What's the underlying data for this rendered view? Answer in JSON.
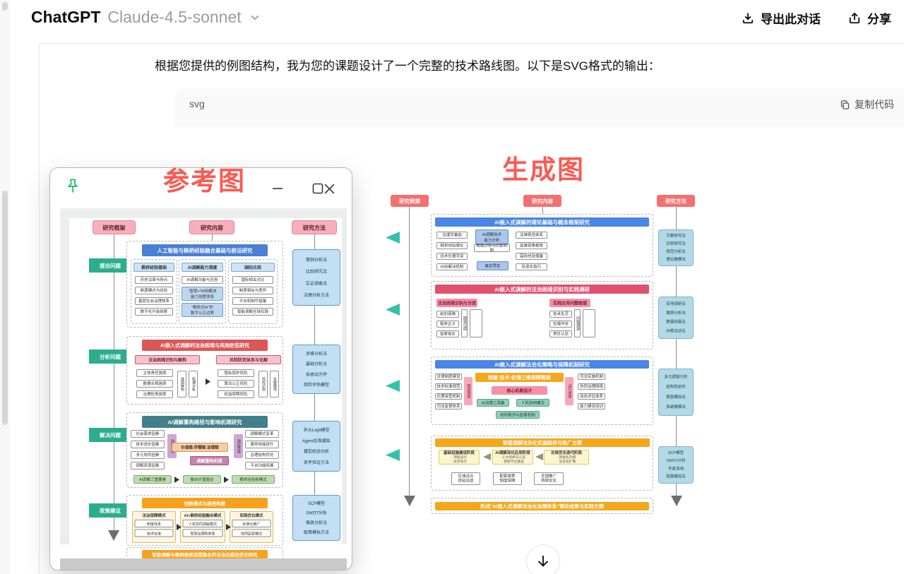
{
  "colors": {
    "annotation_red": "#fa5a52",
    "pink_header": "#f4706f",
    "blue_header": "#4a86e8",
    "rose_header": "#e0516f",
    "orange_header": "#f5a71b",
    "teal_arrow": "#35c1a9",
    "method_blue_bg": "#b3d9e6",
    "ref_stage_green": "#2bad8e",
    "ref_blue": "#4a7fd6",
    "ref_red": "#dd5656",
    "ref_teal": "#41808a",
    "ref_orange": "#f6a21d"
  },
  "header": {
    "app_title": "ChatGPT",
    "model_name": "Claude-4.5-sonnet",
    "export_label": "导出此对话",
    "share_label": "分享"
  },
  "message": {
    "text": "根据您提供的例图结构，我为您的课题设计了一个完整的技术路线图。以下是SVG格式的输出："
  },
  "code_block": {
    "language": "svg",
    "copy_label": "复制代码"
  },
  "annotations": {
    "reference": "参考图",
    "generated": "生成图"
  },
  "gen": {
    "columns": [
      "研究框架",
      "研究内容",
      "研究方法"
    ],
    "s1": {
      "title": "AI嵌入式调解的理论基础与概念框架研究",
      "colA": [
        "法理学基础",
        "枫桥经验理论",
        "技术伦理学说",
        "纠纷解决机制"
      ],
      "colB1": "AI调解技术\n能力分析",
      "colB2": "智能识别与匹配机制",
      "colB3": "概念界定",
      "colC": [
        "法律规范体系",
        "监管政策框架",
        "国际经验借鉴",
        "标准化指引"
      ]
    },
    "s2": {
      "title": "AI嵌入式调解的法治困境识别与实践调研",
      "g1": {
        "header": "法治困境识别与分类",
        "items": [
          "权利保障",
          "程序正义",
          "监管盲区"
        ],
        "vert": "困境归因"
      },
      "g2": {
        "header": "实践应用问题梳理",
        "items": [
          "技术失灵",
          "伦理冲突",
          "责任认定"
        ],
        "vert": "问题溯源"
      }
    },
    "s3": {
      "title": "AI嵌入式调解法治化策略与保障机制研究",
      "left": [
        "法律制度建设",
        "技术标准规范",
        "伦理审查机制",
        "司法监督体系"
      ],
      "right": [
        "司法实施机制",
        "协同治理网络",
        "动态评估体系",
        "能力建设培训"
      ],
      "vleft": "制度保障",
      "vright": "运行保障",
      "frame": "制度-技术-伦理三维保障框架",
      "core": "核心机制设计",
      "g1": "AI治理工具箱",
      "g2": "人机协同模式",
      "g3": "权利救济与监督机制"
    },
    "s4": {
      "title": "智能调解法治化实施路径与推广方案",
      "phases": [
        {
          "title": "基础设施建设阶段",
          "b1": "· 顶层设计",
          "b2": "· 试点先行"
        },
        {
          "title": "AI调解深化应用阶段",
          "b1": "· 人才培养与认证",
          "b2": "· 智能平台建设"
        },
        {
          "title": "长效优化迭代阶段",
          "b1": "· 智能化升级",
          "b2": "· 生态化扩散"
        }
      ],
      "outs": [
        "区域试点\n经验总结",
        "配套政策\n制度保障",
        "全国推广\n持续优化"
      ]
    },
    "footer": "形成“AI嵌入式调解法治化治理体系”理论成果与实践方案",
    "methods": [
      [
        "文献研究法",
        "比较研究法",
        "规范分析法",
        "理论建模法"
      ],
      [
        "实地调研法",
        "案例分析法",
        "数据挖掘法",
        "问卷访谈法"
      ],
      [
        "多元逻辑分析",
        "结构性研究",
        "情景模拟法",
        "系统建模法"
      ],
      [
        "SCP模型",
        "SWOT分析",
        "专家咨询",
        "政策模拟法"
      ]
    ]
  },
  "ref": {
    "columns": [
      "研究框架",
      "研究内容",
      "研究方法"
    ],
    "stages": [
      "提出问题",
      "分析问题",
      "解决问题",
      "政策建议"
    ],
    "s1": {
      "title": "人工智能与枫桥经验融合基础与前沿研究",
      "h1": "枫桥经验基础",
      "h2": "AI调解能力测度",
      "h3": "国际比较",
      "colA": [
        "历史沿革与特点",
        "制度模式与经验",
        "基层社会治理体系",
        "数字化升级探索"
      ],
      "b1": "AI调解功能与应用",
      "b2": "“智慧+”纠纷解决\n能力测度体系",
      "b3": "“枫桥式AI”的\n数字公正边界",
      "colC": [
        "国际相关对比",
        "制度相似与差异",
        "平台机制可借鉴",
        "智能调解全球实践"
      ]
    },
    "s2": {
      "title": "AI嵌入式调解的法治困境与风险防范研究",
      "g1": {
        "header": "法治困境识别与解构",
        "items": [
          "主体责任困境",
          "数据合规困境",
          "治理权责困境"
        ],
        "v1": "成因解构",
        "v2": "机理分析"
      },
      "g2": {
        "header": "风险防范体系与化解",
        "items": [
          "隐私保护风险",
          "算法公正风险",
          "权益保障风险"
        ],
        "v1": "风险识别",
        "v2": "化解路径"
      }
    },
    "s3": {
      "title": "AI调解重构路径与影响机理研究",
      "left": [
        "社会需求因素",
        "技术进步因素",
        "多元协同因素",
        "调解资源因素"
      ],
      "right": [
        "调解模式变革",
        "服务效能提升",
        "治理结构优化",
        "平台功能拓展"
      ],
      "v1": "动因传导",
      "v2": "效应传导",
      "chain": "价值链-供需链-治理链",
      "core": "调解重构机理",
      "g1": "AI调解三重要素",
      "g2": "融合价值驱动",
      "g3": "枫桥经验新模式"
    },
    "s4": {
      "title": "创新模式与路径构建",
      "groups": [
        {
          "title": "法治保障模式",
          "items": [
            "制度体系",
            "技术标准"
          ]
        },
        {
          "title": "AI+枫桥经验融合模式",
          "items": [
            "人机协同调解模式",
            "智慧治理新体系"
          ]
        },
        {
          "title": "实践优化模式",
          "items": [
            "标准化推广",
            "协同监管模式"
          ]
        }
      ]
    },
    "s5_title": "智能调解与枫桥经验深度融合的法治化路径优化研究",
    "methods": [
      [
        "案例分析法",
        "比较研究法",
        "实证调查法",
        "法理分析方法"
      ],
      [
        "多维分析法",
        "基础分析法",
        "系统动力学",
        "风险评估模型"
      ],
      [
        "多元Logit模型",
        "Agent仿真模拟",
        "模型检验分析",
        "条件验证方法"
      ],
      [
        "SCP模型",
        "SWOT分析",
        "情景分析法",
        "政策模拟方法"
      ]
    ]
  }
}
